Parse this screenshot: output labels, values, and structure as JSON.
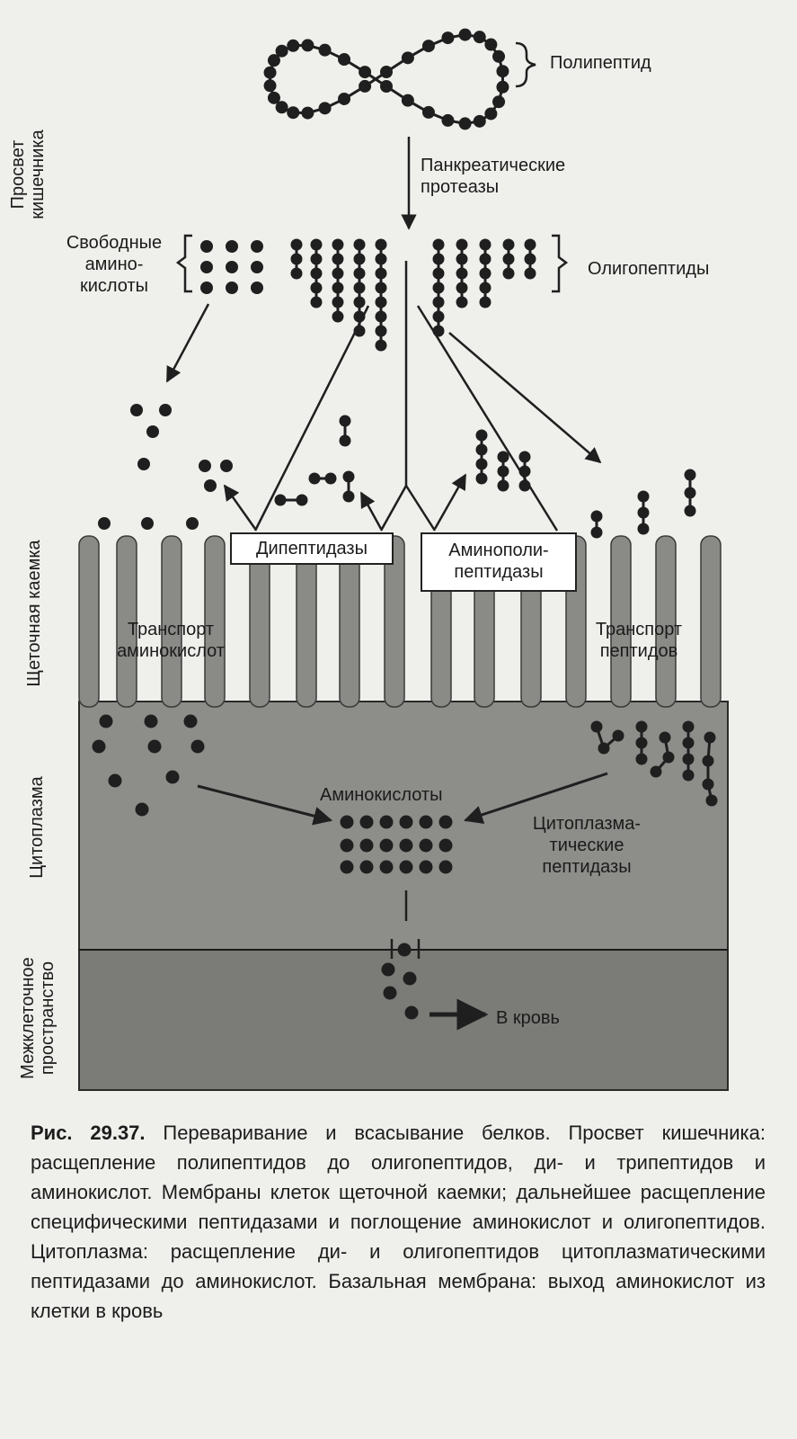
{
  "labels": {
    "polypeptide": "Полипептид",
    "proteases": "Панкреатические\nпротеазы",
    "free_amino_acids": "Свободные\nамино-\nкислоты",
    "oligopeptides": "Олигопептиды",
    "dipeptidases": "Дипептидазы",
    "aminopolypeptidases": "Аминополи-\nпептидазы",
    "transport_amino_acids": "Транспорт\nаминокислот",
    "transport_peptides": "Транспорт\nпептидов",
    "amino_acids": "Аминокислоты",
    "cytoplasmic_peptidases": "Цитоплазма-\nтические\nпептидазы",
    "to_blood": "В кровь"
  },
  "regions": {
    "lumen": "Просвет\nкишечника",
    "brush_border": "Щеточная каемка",
    "cytoplasm": "Цитоплазма",
    "intercellular": "Межклеточное\nпространство"
  },
  "caption": {
    "label": "Рис. 29.37.",
    "text": "Переваривание и всасывание белков. Просвет кишечника: расщепление полипептидов до олигопептидов, ди- и трипептидов и аминокислот. Мембраны клеток щеточной каемки; дальнейшее расщепление специфическими пептидазами и поглощение аминокислот и олигопептидов. Цитоплазма: расщепление ди- и олигопептидов цитоплазматическими пептидазами до аминокислот. Базальная мембрана: выход аминокислот из клетки в кровь"
  },
  "colors": {
    "background": "#efefec",
    "cell_top": "#8d8d8a",
    "cell_bottom": "#7a7a77",
    "microvilli": "#8a8a87",
    "dots": "#1f1f1f",
    "box_fill": "#ffffff"
  }
}
